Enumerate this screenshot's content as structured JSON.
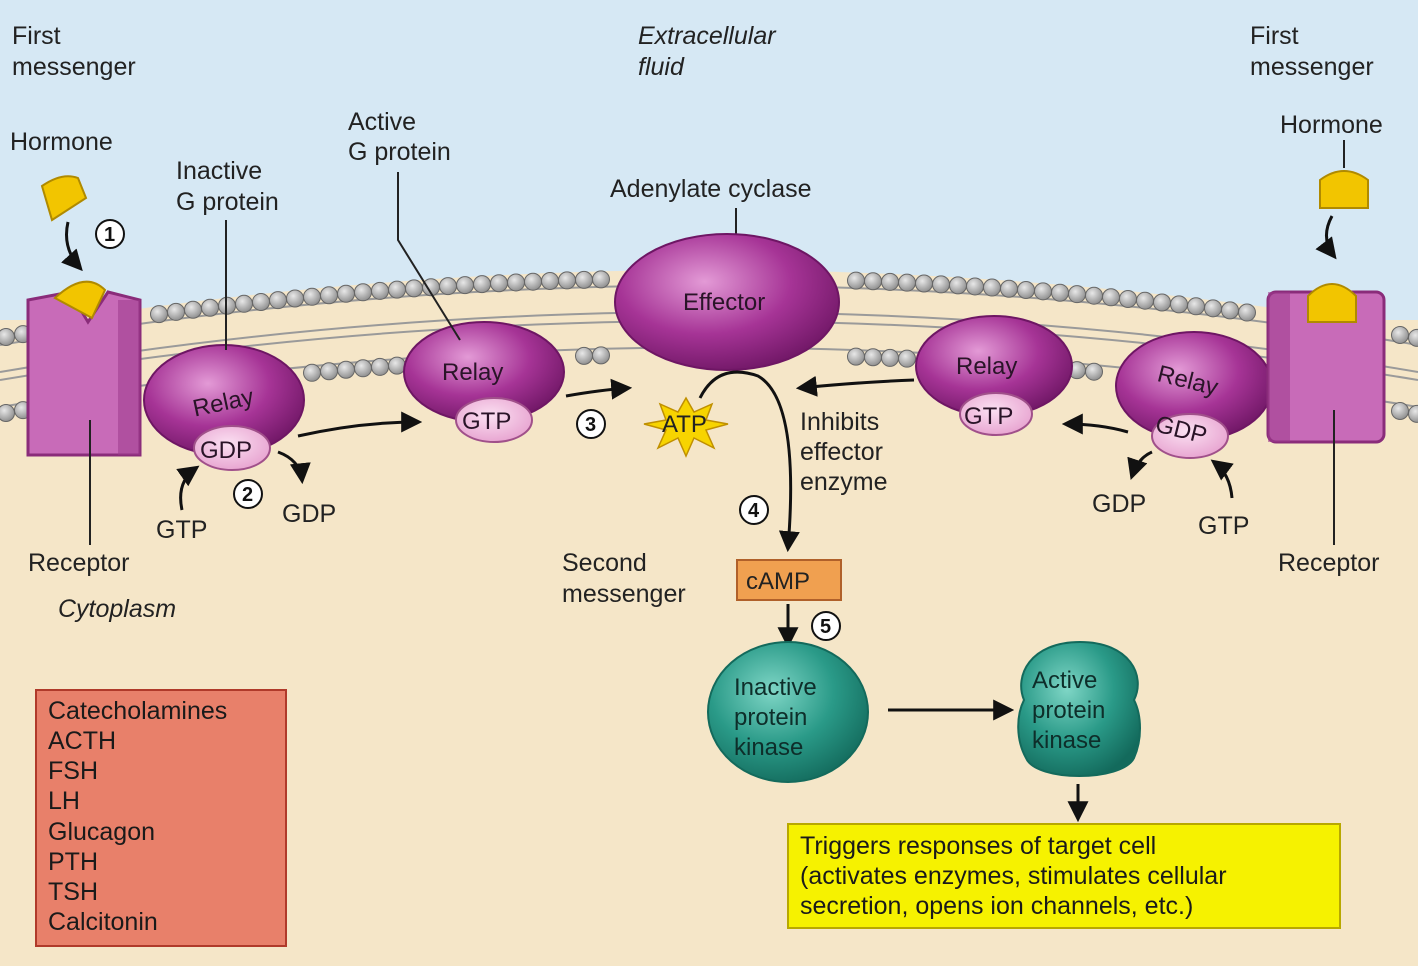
{
  "regions": {
    "extracellular": [
      "Extracellular",
      "fluid"
    ],
    "cytoplasm": "Cytoplasm"
  },
  "left_pathway": {
    "first_messenger": [
      "First",
      "messenger"
    ],
    "hormone": "Hormone",
    "inactive_g": [
      "Inactive",
      "G protein"
    ],
    "active_g": [
      "Active",
      "G protein"
    ],
    "relay_inactive": "Relay",
    "gdp_bound": "GDP",
    "relay_active": "Relay",
    "gtp_bound": "GTP",
    "gtp_in": "GTP",
    "gdp_out": "GDP",
    "receptor": "Receptor"
  },
  "effector": {
    "caption": "Adenylate cyclase",
    "label": "Effector",
    "atp": "ATP",
    "second_messenger": [
      "Second",
      "messenger"
    ],
    "camp": "cAMP"
  },
  "kinase": {
    "inactive": [
      "Inactive",
      "protein",
      "kinase"
    ],
    "active": [
      "Active",
      "protein",
      "kinase"
    ]
  },
  "response": [
    "Triggers responses of target cell",
    "(activates enzymes, stimulates cellular",
    "secretion, opens ion channels, etc.)"
  ],
  "right_pathway": {
    "first_messenger": [
      "First",
      "messenger"
    ],
    "hormone": "Hormone",
    "relay_inhibitor": "Relay",
    "gtp_bound": "GTP",
    "relay_receptor": "Relay",
    "gdp_bound": "GDP",
    "inhibits": [
      "Inhibits",
      "effector",
      "enzyme"
    ],
    "gdp_out": "GDP",
    "gtp_in": "GTP",
    "receptor": "Receptor"
  },
  "steps": [
    "1",
    "2",
    "3",
    "4",
    "5"
  ],
  "hormones_list": [
    "Catecholamines",
    "ACTH",
    "FSH",
    "LH",
    "Glucagon",
    "PTH",
    "TSH",
    "Calcitonin"
  ],
  "colors": {
    "extracellular": "#d6e8f4",
    "cytoplasm": "#f5e6c8",
    "protein_purple": "#9c2a8c",
    "receptor_pink": "#c86bb8",
    "nucleotide_pink": "#f0b0d8",
    "hormone_yellow": "#f2c500",
    "camp_orange": "#f0a050",
    "kinase_teal": "#2a9a88",
    "hormone_box": "#e8806a",
    "response_box": "#f6f200"
  }
}
